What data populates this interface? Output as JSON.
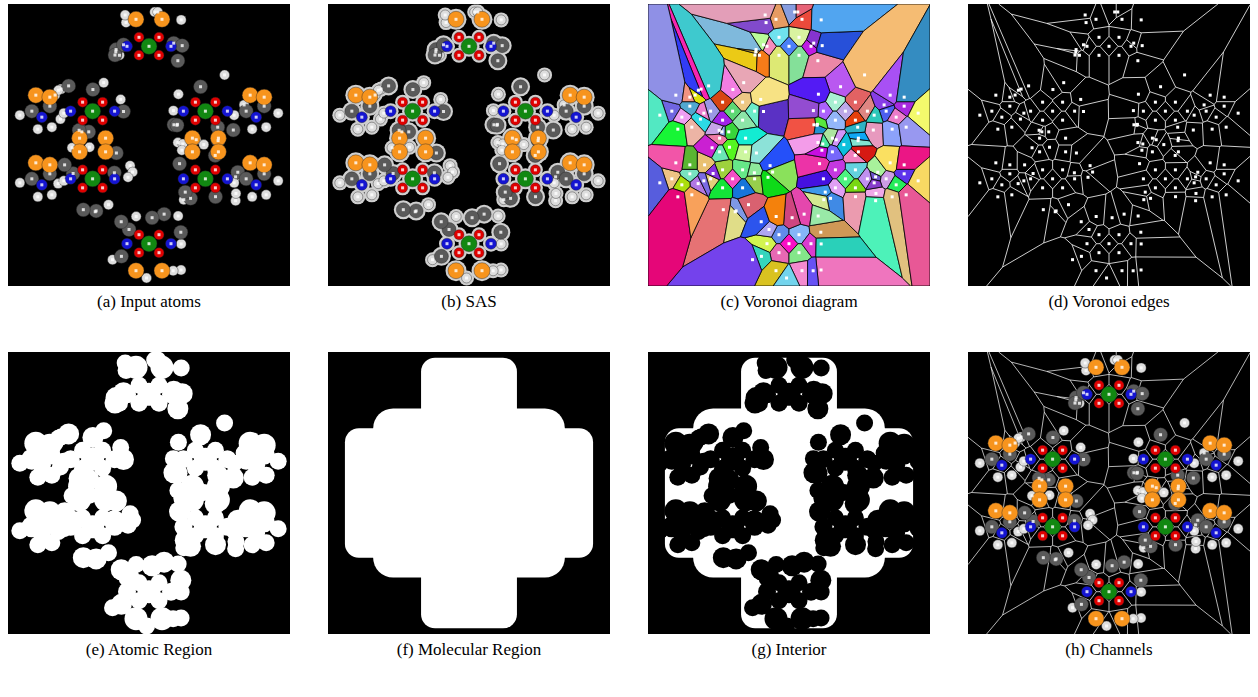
{
  "diagram": {
    "labels": [
      "(a) Input atoms",
      "(b) SAS",
      "(c) Voronoi diagram",
      "(d) Voronoi edges",
      "(e) Atomic Region",
      "(f) Molecular Region",
      "(g) Interior",
      "(h) Channels"
    ]
  }
}
